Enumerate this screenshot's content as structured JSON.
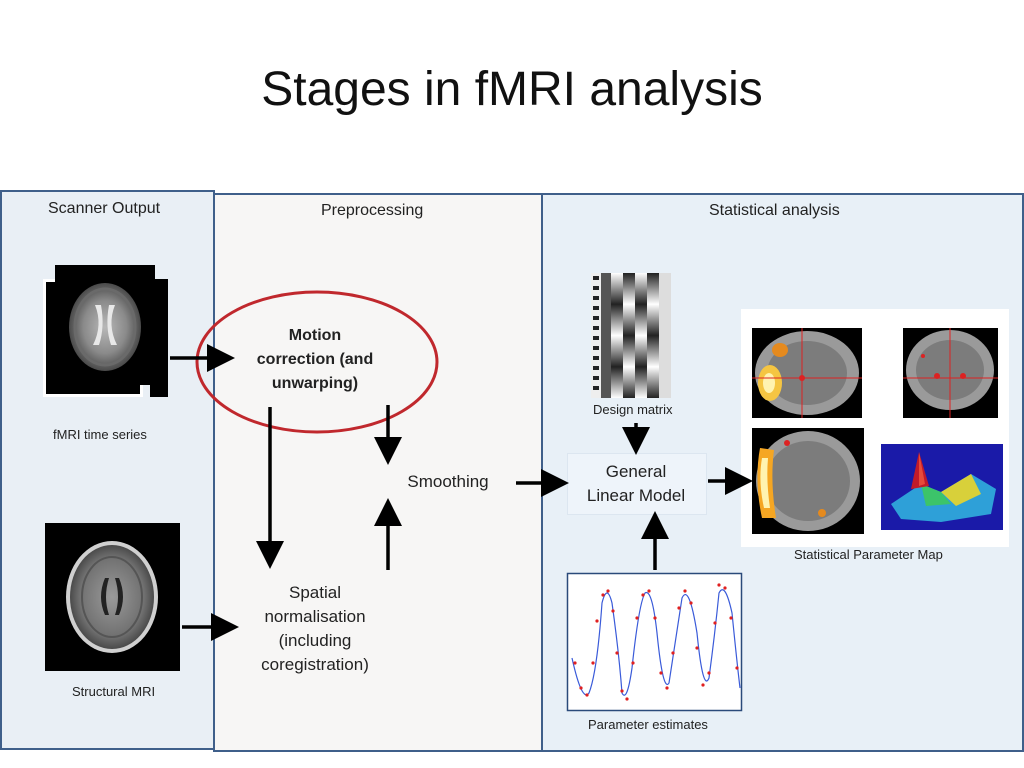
{
  "title": "Stages in fMRI analysis",
  "panels": {
    "scanner": "Scanner Output",
    "preprocessing": "Preprocessing",
    "statistical": "Statistical analysis"
  },
  "labels": {
    "fmri_series": "fMRI time series",
    "structural": "Structural MRI",
    "design_matrix": "Design matrix",
    "spm": "Statistical Parameter Map",
    "param_estimates": "Parameter estimates"
  },
  "nodes": {
    "motion_line1": "Motion",
    "motion_line2": "correction (and",
    "motion_line3": "unwarping)",
    "smoothing": "Smoothing",
    "glm_line1": "General",
    "glm_line2": "Linear Model",
    "spatial_line1": "Spatial",
    "spatial_line2": "normalisation",
    "spatial_line3": "(including",
    "spatial_line4": "coregistration)"
  },
  "colors": {
    "panel_border": "#3f5f8a",
    "scanner_bg": "#e9eff5",
    "preproc_bg": "#f7f6f5",
    "stat_bg": "#e8f0f7",
    "highlight_ellipse": "#c0282d",
    "arrow": "#000000"
  }
}
